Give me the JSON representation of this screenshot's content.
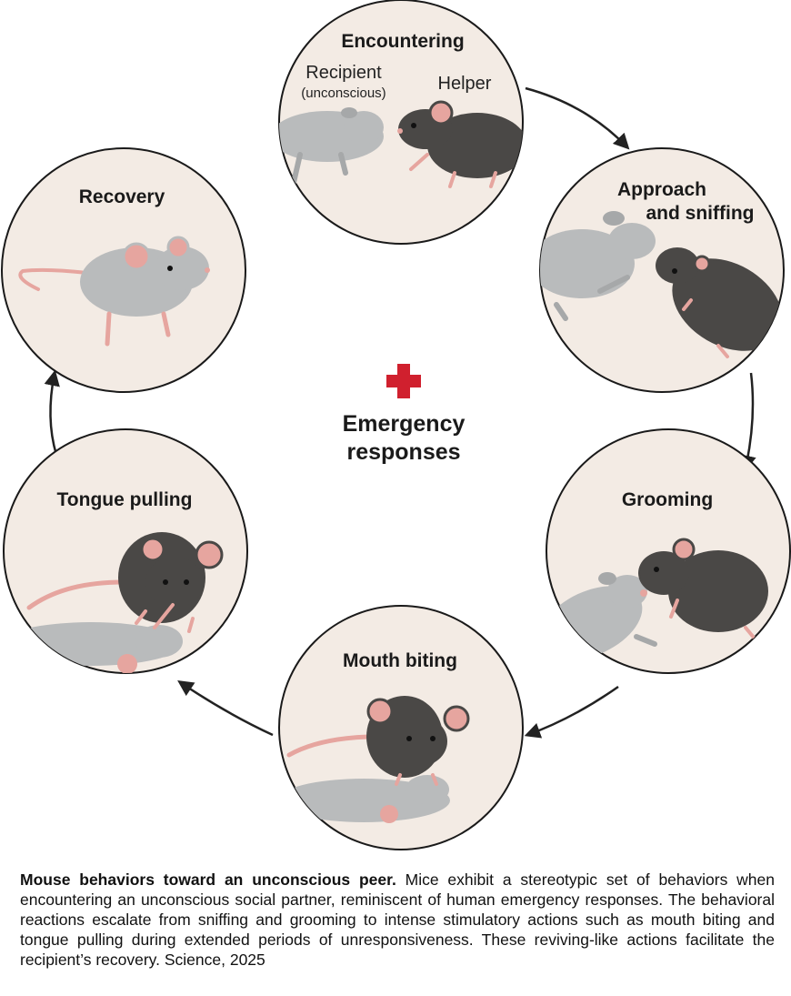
{
  "diagram": {
    "center": {
      "line1": "Emergency",
      "line2": "responses"
    },
    "stages": {
      "encountering": {
        "title": "Encountering",
        "recipient_label": "Recipient",
        "recipient_sub": "(unconscious)",
        "helper_label": "Helper"
      },
      "approach": {
        "title_line1": "Approach",
        "title_line2": "and sniffing"
      },
      "grooming": {
        "title": "Grooming"
      },
      "mouth_biting": {
        "title": "Mouth biting"
      },
      "tongue_pulling": {
        "title": "Tongue pulling"
      },
      "recovery": {
        "title": "Recovery"
      }
    },
    "colors": {
      "circle_fill": "#f3ebe4",
      "circle_stroke": "#1a1a1a",
      "helper_mouse": "#4a4846",
      "recipient_mouse": "#b9bbbc",
      "pink": "#e6a59f",
      "cross": "#d0202e",
      "arrow": "#222222"
    }
  },
  "caption": {
    "title": "Mouse behaviors toward an unconscious peer.",
    "body": " Mice exhibit a stereotypic set of behaviors when encountering an unconscious social partner, reminiscent of human emergency responses. The behavioral reactions escalate from sniffing and grooming to intense stimulatory actions such as mouth biting and tongue pulling during extended periods of unresponsiveness. These reviving-like actions facilitate the recipient’s recovery. Science, 2025"
  }
}
